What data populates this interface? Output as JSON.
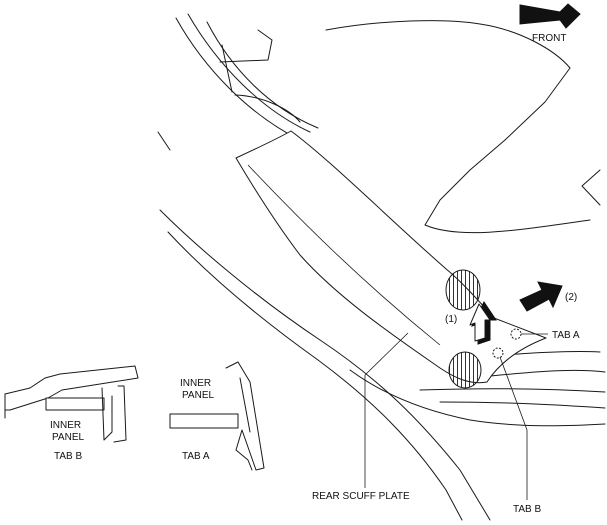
{
  "labels": {
    "front": "FRONT",
    "tab_a": "TAB A",
    "tab_b": "TAB B",
    "step_1": "(1)",
    "step_2": "(2)",
    "rear_scuff_plate": "REAR SCUFF PLATE",
    "detail_b_inner_panel": "INNER\nPANEL",
    "detail_b_caption": "TAB B",
    "detail_a_inner_panel": "INNER\nPANEL",
    "detail_a_caption": "TAB A"
  }
}
